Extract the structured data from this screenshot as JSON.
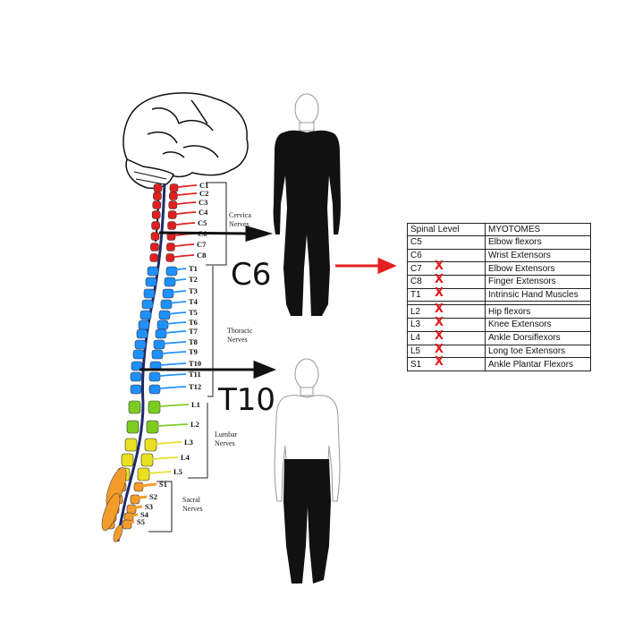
{
  "diagram": {
    "spinal_labels": {
      "cervical": [
        "C1",
        "C2",
        "C3",
        "C4",
        "C5",
        "C6",
        "C7",
        "C8"
      ],
      "thoracic": [
        "T1",
        "T2",
        "T3",
        "T4",
        "T5",
        "T6",
        "T7",
        "T8",
        "T9",
        "T10",
        "T11",
        "T12"
      ],
      "lumbar": [
        "L1",
        "L2",
        "L3",
        "L4",
        "L5"
      ],
      "sacral": [
        "S1",
        "S2",
        "S3",
        "S4",
        "S5"
      ]
    },
    "region_labels": {
      "cervical": [
        "Cervica",
        "Nerves"
      ],
      "thoracic": [
        "Thoracic",
        "Nerves"
      ],
      "lumbar": [
        "Lumbar",
        "Nerves"
      ],
      "sacral": [
        "Sacral",
        "Nerves"
      ]
    },
    "injury_labels": {
      "upper": "C6",
      "lower": "T10"
    },
    "colors": {
      "cervical": "#e02020",
      "thoracic": "#1e90ff",
      "lumbar_yellow": "#e8e020",
      "lumbar_green": "#7ccc20",
      "sacral": "#f39c2c",
      "arrow_black": "#111111",
      "arrow_red": "#e52020",
      "x_mark": "#e01b1b",
      "silhouette": "#111111"
    }
  },
  "table": {
    "headers": [
      "Spinal Level",
      "MYOTOMES"
    ],
    "rows": [
      {
        "level": "C5",
        "myotome": "Elbow flexors",
        "x": false
      },
      {
        "level": "C6",
        "myotome": "Wrist Extensors",
        "x": false
      },
      {
        "level": "C7",
        "myotome": "Elbow Extensors",
        "x": true
      },
      {
        "level": "C8",
        "myotome": "Finger Extensors",
        "x": true
      },
      {
        "level": "T1",
        "myotome": "Intrinsic Hand Muscles",
        "x": true
      },
      {
        "level": "L2",
        "myotome": "Hip flexors",
        "x": true
      },
      {
        "level": "L3",
        "myotome": "Knee Extensors",
        "x": true
      },
      {
        "level": "L4",
        "myotome": "Ankle Dorsiflexors",
        "x": true
      },
      {
        "level": "L5",
        "myotome": "Long toe Extensors",
        "x": true
      },
      {
        "level": "S1",
        "myotome": "Ankle Plantar Flexors",
        "x": true
      }
    ],
    "x_symbol": "X"
  }
}
